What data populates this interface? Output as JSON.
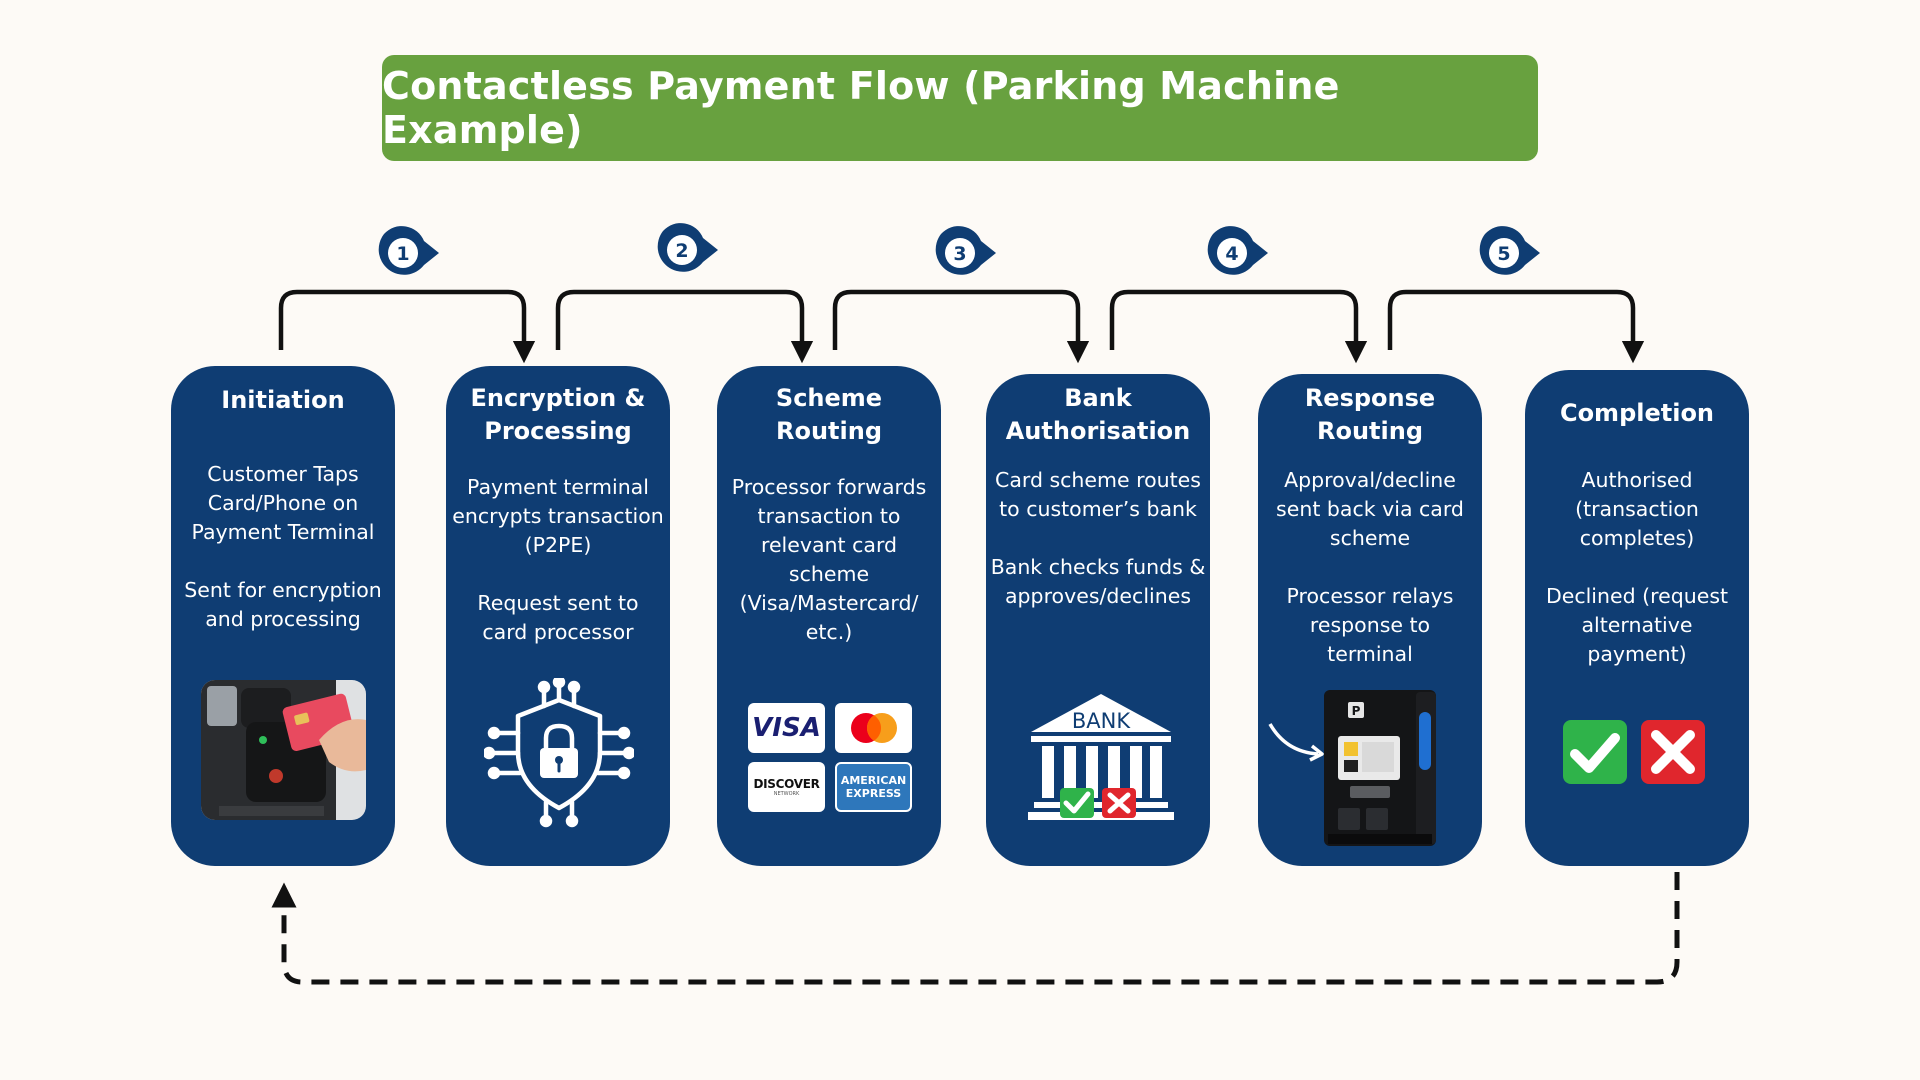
{
  "title": "Contactless Payment Flow (Parking Machine Example)",
  "colors": {
    "card": "#0f3d73",
    "title_bar": "#68a13f",
    "background": "#fdfaf6",
    "arrow": "#111111",
    "badge": "#0f3d73",
    "approve": "#2fb34a",
    "decline": "#e0262d"
  },
  "steps": [
    {
      "number": "1"
    },
    {
      "number": "2"
    },
    {
      "number": "3"
    },
    {
      "number": "4"
    },
    {
      "number": "5"
    }
  ],
  "cards": [
    {
      "title": "Initiation",
      "paragraphs": [
        "Customer Taps Card/Phone on Payment Terminal",
        "Sent for encryption and processing"
      ],
      "visual": "card-tap-photo"
    },
    {
      "title": "Encryption & Processing",
      "paragraphs": [
        "Payment terminal encrypts transaction (P2PE)",
        "Request sent to card processor"
      ],
      "visual": "secure-lock-icon"
    },
    {
      "title": "Scheme Routing",
      "paragraphs": [
        "Processor forwards transaction to relevant card scheme (Visa/Mastercard/ etc.)"
      ],
      "visual": "card-scheme-logos"
    },
    {
      "title": "Bank Authorisation",
      "paragraphs": [
        "Card scheme routes to customer’s bank",
        "Bank checks funds & approves/declines"
      ],
      "visual": "bank-icon"
    },
    {
      "title": "Response Routing",
      "paragraphs": [
        "Approval/decline sent back via card scheme",
        "Processor relays response to terminal"
      ],
      "visual": "parking-terminal-photo"
    },
    {
      "title": "Completion",
      "paragraphs": [
        "Authorised (transaction completes)",
        "Declined (request alternative payment)"
      ],
      "visual": "approve-decline-icons"
    }
  ],
  "logos": {
    "visa": "VISA",
    "discover": "DISCOVER",
    "discover_sub": "NETWORK",
    "amex_line1": "AMERICAN",
    "amex_line2": "EXPRESS"
  },
  "bank_label": "BANK"
}
